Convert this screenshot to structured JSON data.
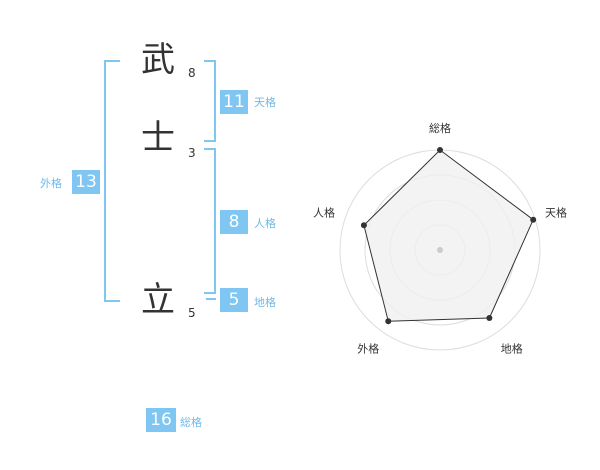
{
  "name": {
    "chars": [
      {
        "char": "武",
        "strokes": "8"
      },
      {
        "char": "士",
        "strokes": "3"
      },
      {
        "char": "立",
        "strokes": "5"
      }
    ]
  },
  "fortunes": {
    "tenkaku": {
      "value": "11",
      "label": "天格"
    },
    "jinkaku": {
      "value": "8",
      "label": "人格"
    },
    "chikaku": {
      "value": "5",
      "label": "地格"
    },
    "gaikaku": {
      "value": "13",
      "label": "外格"
    },
    "soukaku": {
      "value": "16",
      "label": "総格"
    }
  },
  "chart_data": {
    "type": "radar",
    "axes": [
      "総格",
      "天格",
      "地格",
      "外格",
      "人格"
    ],
    "values": [
      1.0,
      0.98,
      0.84,
      0.88,
      0.8
    ],
    "range": [
      0,
      1
    ],
    "rings": 4,
    "colors": {
      "fill": "#f0f0f0",
      "stroke": "#333333",
      "grid": "#dddddd",
      "point": "#333333",
      "center": "#cccccc"
    }
  },
  "colors": {
    "accent": "#7fc6f2",
    "label": "#6fb9ea",
    "text": "#333333"
  }
}
